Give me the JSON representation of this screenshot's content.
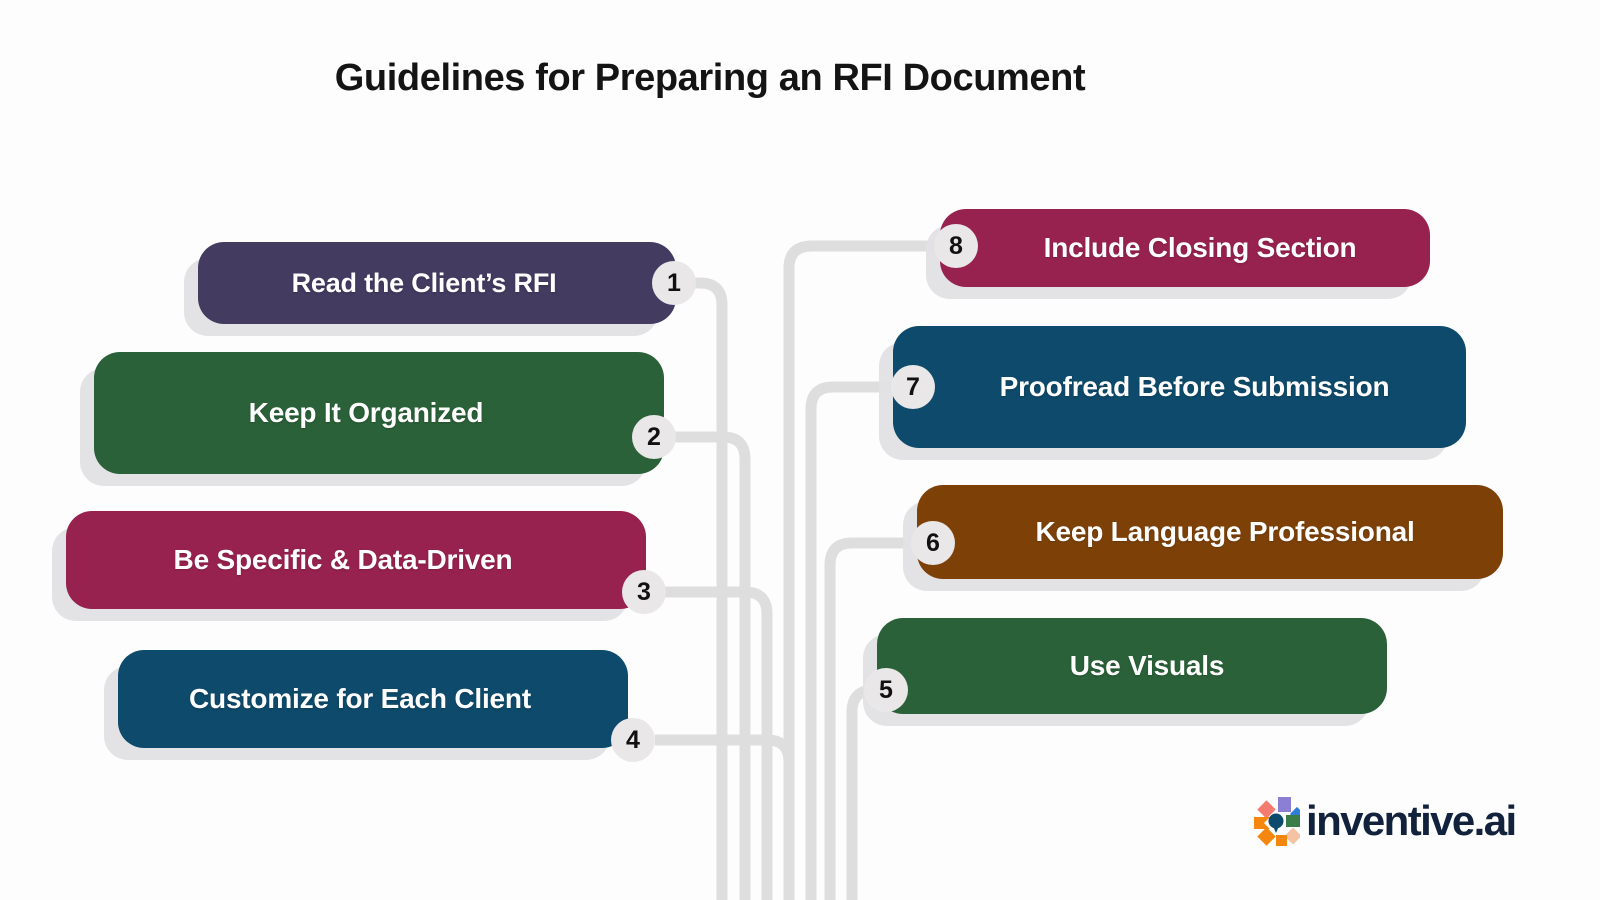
{
  "header": {
    "title": "Guidelines for Preparing an RFI Document"
  },
  "colors": {
    "background": "#fdfdfd",
    "title_text": "#141414",
    "connector_line": "#dedede",
    "badge_bg": "#e9e7e8",
    "badge_text": "#111111",
    "purple": "#433b60",
    "green": "#2a6138",
    "magenta": "#97224f",
    "teal": "#0e4a6b",
    "brown": "#7d4108",
    "pill_shadow": "#e2e2e5",
    "logo_text": "#12213c"
  },
  "steps": {
    "left": [
      {
        "number": "1",
        "label": "Read the Client’s RFI",
        "color_key": "purple"
      },
      {
        "number": "2",
        "label": "Keep It Organized",
        "color_key": "green"
      },
      {
        "number": "3",
        "label": "Be Specific & Data-Driven",
        "color_key": "magenta"
      },
      {
        "number": "4",
        "label": "Customize for Each Client",
        "color_key": "teal"
      }
    ],
    "right": [
      {
        "number": "8",
        "label": "Include Closing Section",
        "color_key": "magenta"
      },
      {
        "number": "7",
        "label": "Proofread Before Submission",
        "color_key": "teal"
      },
      {
        "number": "6",
        "label": "Keep Language Professional",
        "color_key": "brown"
      },
      {
        "number": "5",
        "label": "Use Visuals",
        "color_key": "green"
      }
    ]
  },
  "logo": {
    "text": "inventive.ai",
    "mark_name": "inventive-pinwheel-icon",
    "mark_colors": [
      "#f47b6f",
      "#8b7fd4",
      "#2f7ddb",
      "#f5870f",
      "#0e4a6b",
      "#3a7d48",
      "#f5870f",
      "#f3c3a3"
    ]
  }
}
